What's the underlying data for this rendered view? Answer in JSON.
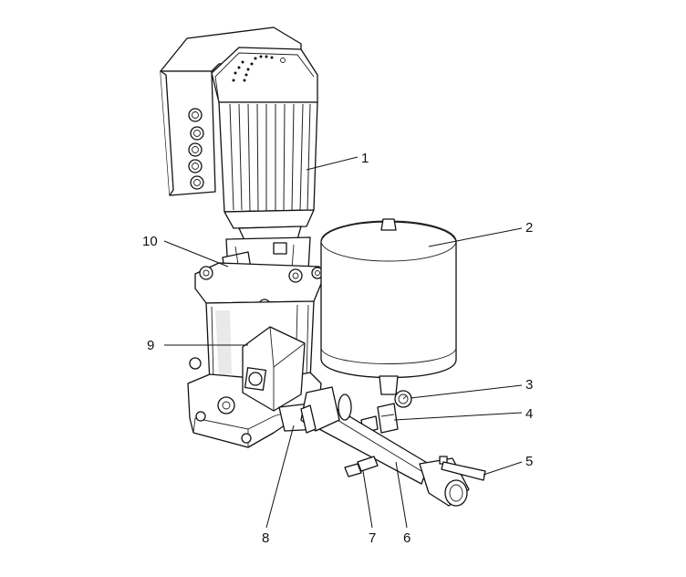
{
  "labels": [
    {
      "id": "1",
      "text": "1"
    },
    {
      "id": "2",
      "text": "2"
    },
    {
      "id": "3",
      "text": "3"
    },
    {
      "id": "4",
      "text": "4"
    },
    {
      "id": "5",
      "text": "5"
    },
    {
      "id": "6",
      "text": "6"
    },
    {
      "id": "7",
      "text": "7"
    },
    {
      "id": "8",
      "text": "8"
    },
    {
      "id": "9",
      "text": "9"
    },
    {
      "id": "10",
      "text": "10"
    }
  ]
}
